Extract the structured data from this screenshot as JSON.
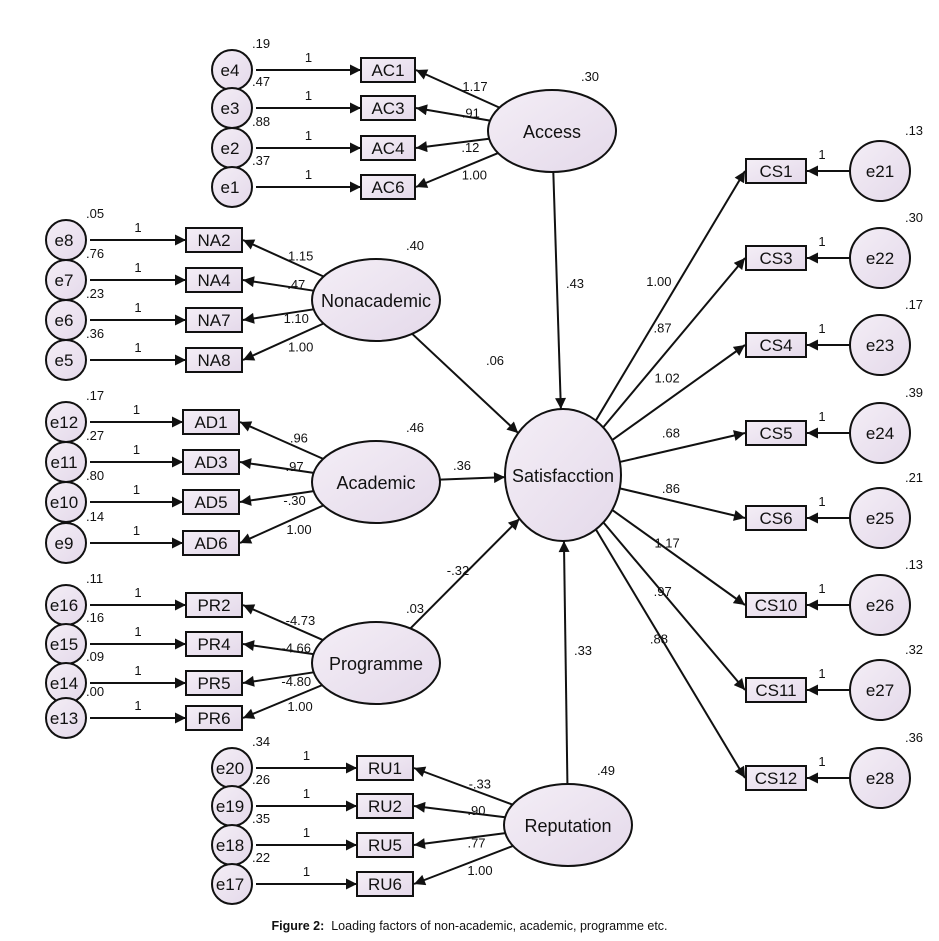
{
  "caption": {
    "label": "Figure 2:",
    "text": "Loading factors of non-academic, academic, programme etc."
  },
  "colors": {
    "fill": "#ece4f0",
    "stroke": "#111111"
  },
  "latents": [
    {
      "id": "Access",
      "label": "Access",
      "variance": ".30"
    },
    {
      "id": "Nonacademic",
      "label": "Nonacademic",
      "variance": ".40"
    },
    {
      "id": "Academic",
      "label": "Academic",
      "variance": ".46"
    },
    {
      "id": "Programme",
      "label": "Programme",
      "variance": ".03"
    },
    {
      "id": "Reputation",
      "label": "Reputation",
      "variance": ".49"
    },
    {
      "id": "Satisfaction",
      "label": "Satisfacction",
      "variance": ""
    }
  ],
  "structural_paths": [
    {
      "from": "Access",
      "to": "Satisfaction",
      "coef": ".43"
    },
    {
      "from": "Nonacademic",
      "to": "Satisfaction",
      "coef": ".06"
    },
    {
      "from": "Academic",
      "to": "Satisfaction",
      "coef": ".36"
    },
    {
      "from": "Programme",
      "to": "Satisfaction",
      "coef": "-.32"
    },
    {
      "from": "Reputation",
      "to": "Satisfaction",
      "coef": ".33"
    }
  ],
  "measurement": [
    {
      "latent": "Access",
      "items": [
        {
          "indicator": "AC1",
          "error": "e4",
          "loading": "1.17",
          "error_path": "1",
          "error_var": ".19"
        },
        {
          "indicator": "AC3",
          "error": "e3",
          "loading": ".91",
          "error_path": "1",
          "error_var": ".47"
        },
        {
          "indicator": "AC4",
          "error": "e2",
          "loading": ".12",
          "error_path": "1",
          "error_var": ".88"
        },
        {
          "indicator": "AC6",
          "error": "e1",
          "loading": "1.00",
          "error_path": "1",
          "error_var": ".37"
        }
      ]
    },
    {
      "latent": "Nonacademic",
      "items": [
        {
          "indicator": "NA2",
          "error": "e8",
          "loading": "1.15",
          "error_path": "1",
          "error_var": ".05"
        },
        {
          "indicator": "NA4",
          "error": "e7",
          "loading": ".47",
          "error_path": "1",
          "error_var": ".76"
        },
        {
          "indicator": "NA7",
          "error": "e6",
          "loading": "1.10",
          "error_path": "1",
          "error_var": ".23"
        },
        {
          "indicator": "NA8",
          "error": "e5",
          "loading": "1.00",
          "error_path": "1",
          "error_var": ".36"
        }
      ]
    },
    {
      "latent": "Academic",
      "items": [
        {
          "indicator": "AD1",
          "error": "e12",
          "loading": ".96",
          "error_path": "1",
          "error_var": ".17"
        },
        {
          "indicator": "AD3",
          "error": "e11",
          "loading": ".97",
          "error_path": "1",
          "error_var": ".27"
        },
        {
          "indicator": "AD5",
          "error": "e10",
          "loading": "-.30",
          "error_path": "1",
          "error_var": ".80"
        },
        {
          "indicator": "AD6",
          "error": "e9",
          "loading": "1.00",
          "error_path": "1",
          "error_var": ".14"
        }
      ]
    },
    {
      "latent": "Programme",
      "items": [
        {
          "indicator": "PR2",
          "error": "e16",
          "loading": "-4.73",
          "error_path": "1",
          "error_var": ".11"
        },
        {
          "indicator": "PR4",
          "error": "e15",
          "loading": "-4.66",
          "error_path": "1",
          "error_var": ".16"
        },
        {
          "indicator": "PR5",
          "error": "e14",
          "loading": "-4.80",
          "error_path": "1",
          "error_var": ".09"
        },
        {
          "indicator": "PR6",
          "error": "e13",
          "loading": "1.00",
          "error_path": "1",
          "error_var": ".00"
        }
      ]
    },
    {
      "latent": "Reputation",
      "items": [
        {
          "indicator": "RU1",
          "error": "e20",
          "loading": "-.33",
          "error_path": "1",
          "error_var": ".34"
        },
        {
          "indicator": "RU2",
          "error": "e19",
          "loading": ".90",
          "error_path": "1",
          "error_var": ".26"
        },
        {
          "indicator": "RU5",
          "error": "e18",
          "loading": ".77",
          "error_path": "1",
          "error_var": ".35"
        },
        {
          "indicator": "RU6",
          "error": "e17",
          "loading": "1.00",
          "error_path": "1",
          "error_var": ".22"
        }
      ]
    },
    {
      "latent": "Satisfaction",
      "items": [
        {
          "indicator": "CS1",
          "error": "e21",
          "loading": "1.00",
          "error_path": "1",
          "error_var": ".13"
        },
        {
          "indicator": "CS3",
          "error": "e22",
          "loading": ".87",
          "error_path": "1",
          "error_var": ".30"
        },
        {
          "indicator": "CS4",
          "error": "e23",
          "loading": "1.02",
          "error_path": "1",
          "error_var": ".17"
        },
        {
          "indicator": "CS5",
          "error": "e24",
          "loading": ".68",
          "error_path": "1",
          "error_var": ".39"
        },
        {
          "indicator": "CS6",
          "error": "e25",
          "loading": ".86",
          "error_path": "1",
          "error_var": ".21"
        },
        {
          "indicator": "CS10",
          "error": "e26",
          "loading": "1.17",
          "error_path": "1",
          "error_var": ".13"
        },
        {
          "indicator": "CS11",
          "error": "e27",
          "loading": ".97",
          "error_path": "1",
          "error_var": ".32"
        },
        {
          "indicator": "CS12",
          "error": "e28",
          "loading": ".88",
          "error_path": "1",
          "error_var": ".36"
        }
      ]
    }
  ]
}
